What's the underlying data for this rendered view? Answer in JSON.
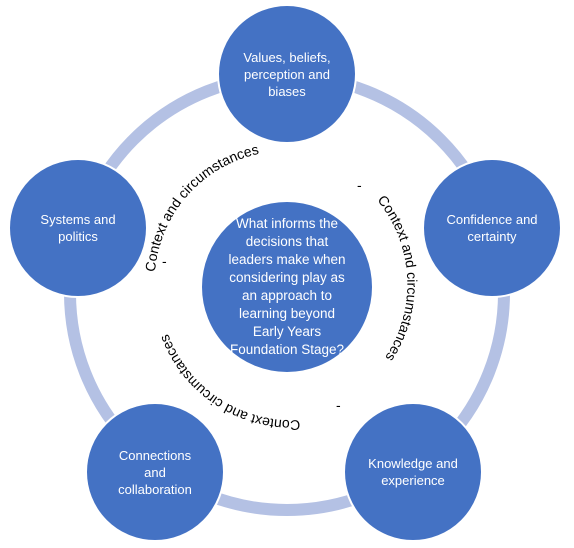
{
  "colors": {
    "node_fill": "#4472c4",
    "ring": "#b4c1e4",
    "text_on_node": "#ffffff",
    "context_text": "#000000"
  },
  "center": {
    "text": "What informs the decisions that leaders make when considering play as an approach to learning beyond Early Years Foundation Stage?"
  },
  "nodes": [
    {
      "id": "top",
      "text": "Values, beliefs, perception and biases"
    },
    {
      "id": "right",
      "text": "Confidence and certainty"
    },
    {
      "id": "bottom-right",
      "text": "Knowledge and experience"
    },
    {
      "id": "bottom-left",
      "text": "Connections and collaboration"
    },
    {
      "id": "left",
      "text": "Systems and politics"
    }
  ],
  "context_labels": [
    "Context and circumstances",
    "Context and circumstances",
    "Context and circumstances"
  ]
}
